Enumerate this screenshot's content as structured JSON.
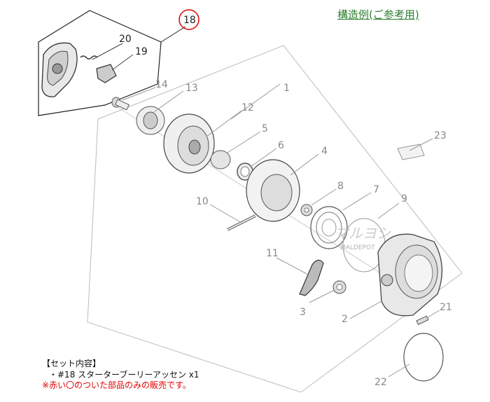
{
  "header": {
    "title": "構造例(ご参考用)"
  },
  "highlight": {
    "part": "18",
    "color": "#e00000"
  },
  "parts": {
    "p1": "1",
    "p2": "2",
    "p3": "3",
    "p4": "4",
    "p5": "5",
    "p6": "6",
    "p7": "7",
    "p8": "8",
    "p9": "9",
    "p10": "10",
    "p11": "11",
    "p12": "12",
    "p13": "13",
    "p14": "14",
    "p19": "19",
    "p20": "20",
    "p21": "21",
    "p22": "22",
    "p23": "23"
  },
  "watermark": {
    "logo": "マルヨシ",
    "text": "MALDEPOT"
  },
  "footer": {
    "heading": "【セット内容】",
    "item": "・#18 スターターブーリーアッセン x1",
    "note": "※赤い〇のついた部品のみの販売です。"
  }
}
